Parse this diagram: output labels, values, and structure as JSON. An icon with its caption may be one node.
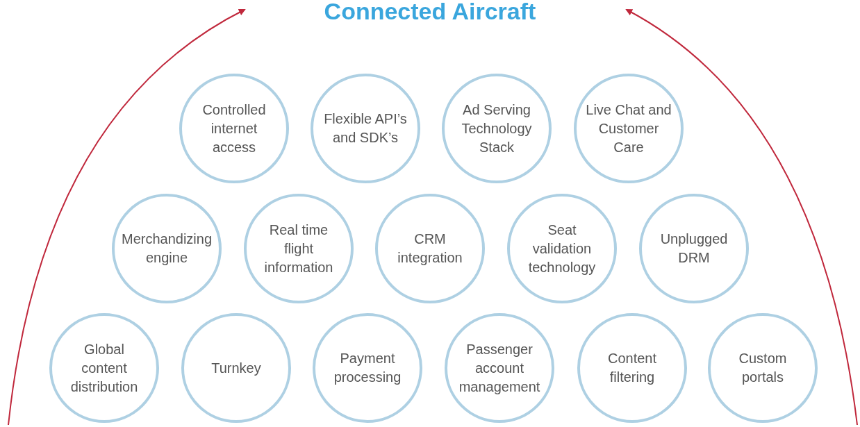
{
  "diagram": {
    "title": "Connected Aircraft",
    "nodes": [
      {
        "text": [
          "Controlled internet access"
        ]
      },
      {
        "text": [
          "Flexible API’s and SDK’s"
        ]
      },
      {
        "text": [
          "Ad Serving Technology Stack"
        ]
      },
      {
        "text": [
          "Live Chat and Customer Care"
        ]
      },
      {
        "text": [
          "Merchandizing engine"
        ]
      },
      {
        "text": [
          "Real time flight information"
        ]
      },
      {
        "text": [
          "CRM integration"
        ]
      },
      {
        "text": [
          "Seat validation technology"
        ]
      },
      {
        "text": [
          "Unplugged DRM"
        ]
      },
      {
        "text": [
          "Global content distribution"
        ]
      },
      {
        "text": [
          "Turnkey"
        ]
      },
      {
        "text": [
          "Payment processing"
        ]
      },
      {
        "text": [
          "Passenger account management"
        ]
      },
      {
        "text": [
          "Content filtering"
        ]
      },
      {
        "text": [
          "Custom portals"
        ]
      }
    ],
    "edges": []
  }
}
